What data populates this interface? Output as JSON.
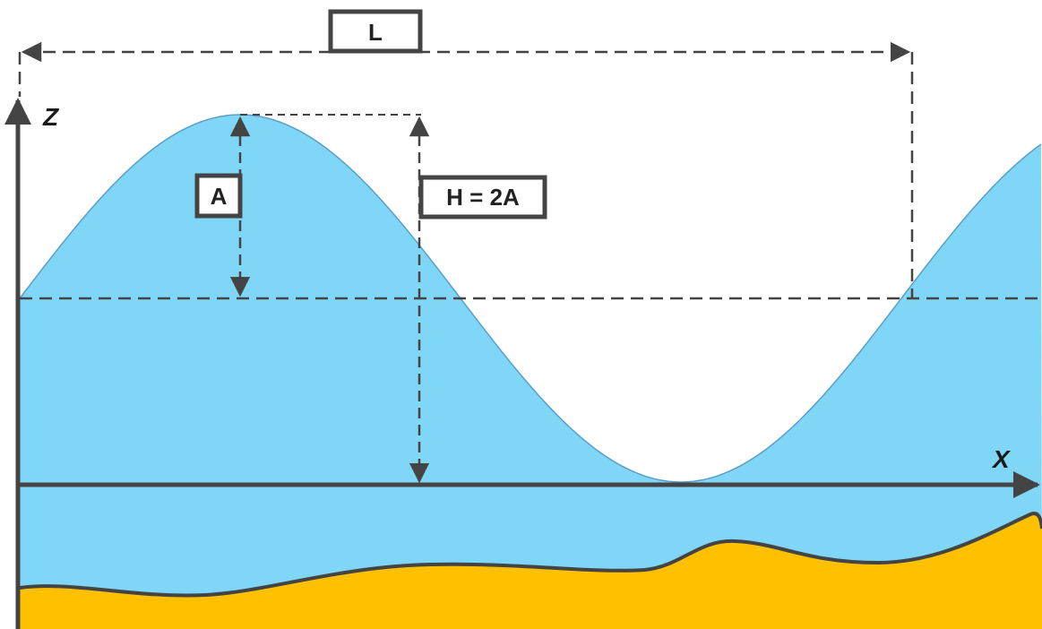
{
  "labels": {
    "wavelength": "L",
    "amplitude": "A",
    "height": "H = 2A",
    "z_axis": "Z",
    "x_axis": "X"
  },
  "colors": {
    "water": "#7fd6f7",
    "water_outline": "#5a9ec8",
    "seabed": "#ffc000",
    "lines": "#444444",
    "background": "#ffffff"
  }
}
